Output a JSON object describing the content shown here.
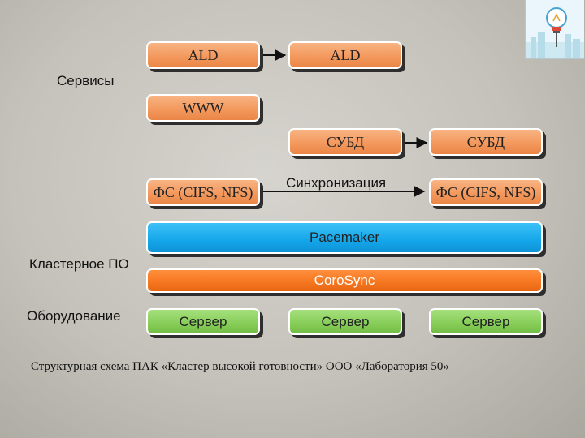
{
  "labels": {
    "services": "Сервисы",
    "cluster_software": "Кластерное ПО",
    "hardware": "Оборудование",
    "sync": "Синхронизация"
  },
  "blocks": {
    "ald_left": "ALD",
    "ald_right": "ALD",
    "www": "WWW",
    "dbms_left": "СУБД",
    "dbms_right": "СУБД",
    "fs_left": "ФС (CIFS, NFS)",
    "fs_right": "ФС (CIFS, NFS)",
    "pacemaker": "Pacemaker",
    "corosync": "CoroSync",
    "server_1": "Сервер",
    "server_2": "Сервер",
    "server_3": "Сервер"
  },
  "caption": "Структурная схема ПАК «Кластер высокой готовности» ООО «Лаборатория 50»",
  "colors": {
    "service_block": "#f39c62",
    "pacemaker": "#14a6ea",
    "corosync": "#f5761f",
    "server": "#86cd58"
  },
  "logo_icon": "lightbulb-icon"
}
